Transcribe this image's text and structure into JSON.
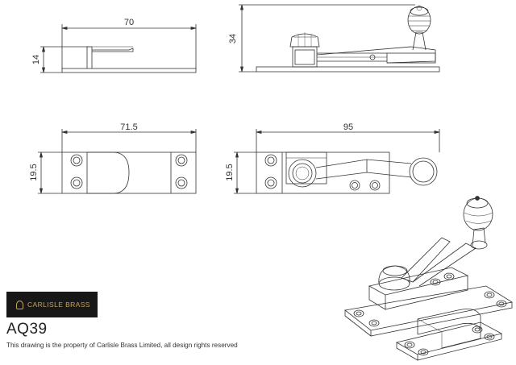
{
  "drawing": {
    "product_code": "AQ39",
    "brand": "CARLISLE BRASS",
    "copyright_note": "This drawing is the property of Carlisle Brass Limited, all design rights reserved",
    "dimensions": {
      "keep_side_width": "70",
      "keep_side_height": "14",
      "fastener_side_height": "34",
      "keep_top_width": "71.5",
      "keep_top_height": "19.5",
      "fastener_top_width": "95",
      "fastener_top_height": "19.5"
    }
  },
  "colors": {
    "line": "#333333",
    "logo_bg": "#171717",
    "logo_text": "#c9a35a"
  }
}
